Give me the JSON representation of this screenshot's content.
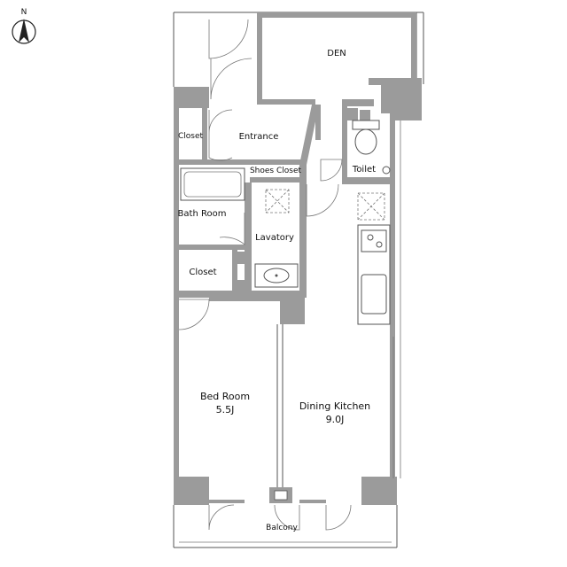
{
  "compass": {
    "label": "N",
    "icon": "north-arrow-icon"
  },
  "rooms": {
    "den": "DEN",
    "entrance": "Entrance",
    "closet_entrance": "Closet",
    "shoes_closet": "Shoes Closet",
    "toilet": "Toilet",
    "bath_room": "Bath Room",
    "lavatory": "Lavatory",
    "closet_bed": "Closet",
    "bed_room_name": "Bed Room",
    "bed_room_size": "5.5J",
    "dining_kitchen_name": "Dining Kitchen",
    "dining_kitchen_size": "9.0J",
    "balcony": "Balcony"
  },
  "colors": {
    "wall": "#9b9b9b",
    "line": "#555555",
    "background": "#ffffff"
  }
}
